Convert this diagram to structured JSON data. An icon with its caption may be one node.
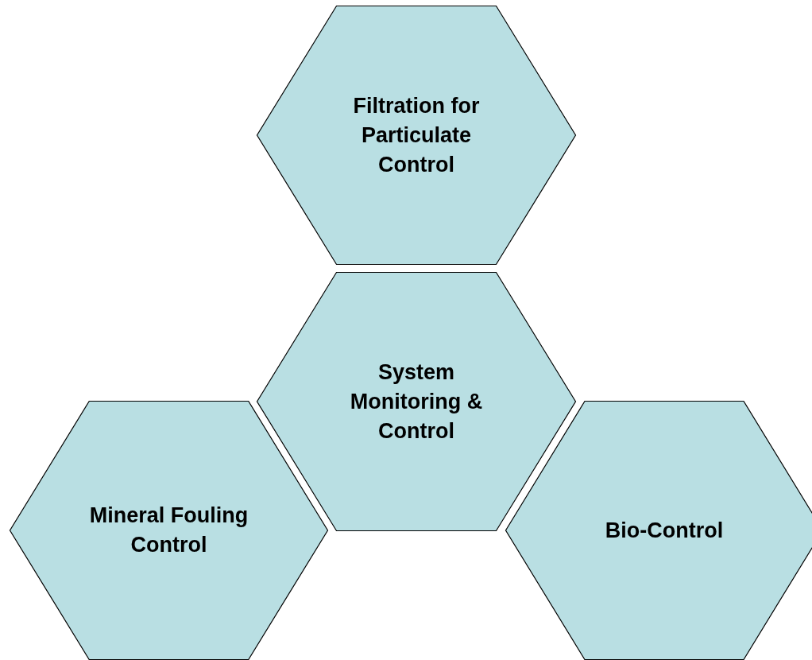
{
  "diagram": {
    "nodes": [
      {
        "text": [
          "Filtration for Particulate Control"
        ]
      },
      {
        "text": [
          "System Monitoring & Control"
        ]
      },
      {
        "text": [
          "Mineral Fouling Control"
        ]
      },
      {
        "text": [
          "Bio-Control"
        ]
      }
    ]
  }
}
